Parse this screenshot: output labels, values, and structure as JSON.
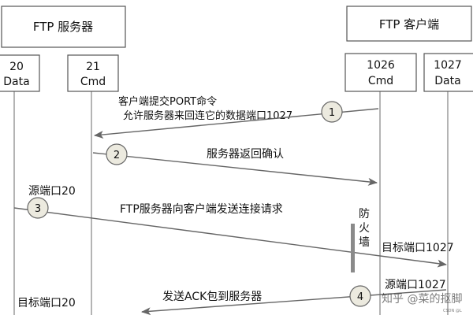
{
  "server": {
    "title": "FTP 服务器",
    "ports": [
      {
        "number": "20",
        "role": "Data"
      },
      {
        "number": "21",
        "role": "Cmd"
      }
    ]
  },
  "client": {
    "title": "FTP 客户端",
    "ports": [
      {
        "number": "1026",
        "role": "Cmd"
      },
      {
        "number": "1027",
        "role": "Data"
      }
    ]
  },
  "steps": [
    {
      "number": "1",
      "line1": "客户端提交PORT命令",
      "line2": "允许服务器来回连它的数据端口1027"
    },
    {
      "number": "2",
      "label": "服务器返回确认"
    },
    {
      "number": "3",
      "label": "FTP服务器向客户端发送连接请求",
      "source_port": "源端口20",
      "dest_port": "目标端口1027"
    },
    {
      "number": "4",
      "label": "发送ACK包到服务器",
      "dest_port": "目标端口20",
      "source_port": "源端口1027"
    }
  ],
  "firewall": {
    "label_chars": [
      "防",
      "火",
      "墙"
    ]
  },
  "watermark": "知乎 @菜的抠脚",
  "watermark_small": "CSDN @L"
}
